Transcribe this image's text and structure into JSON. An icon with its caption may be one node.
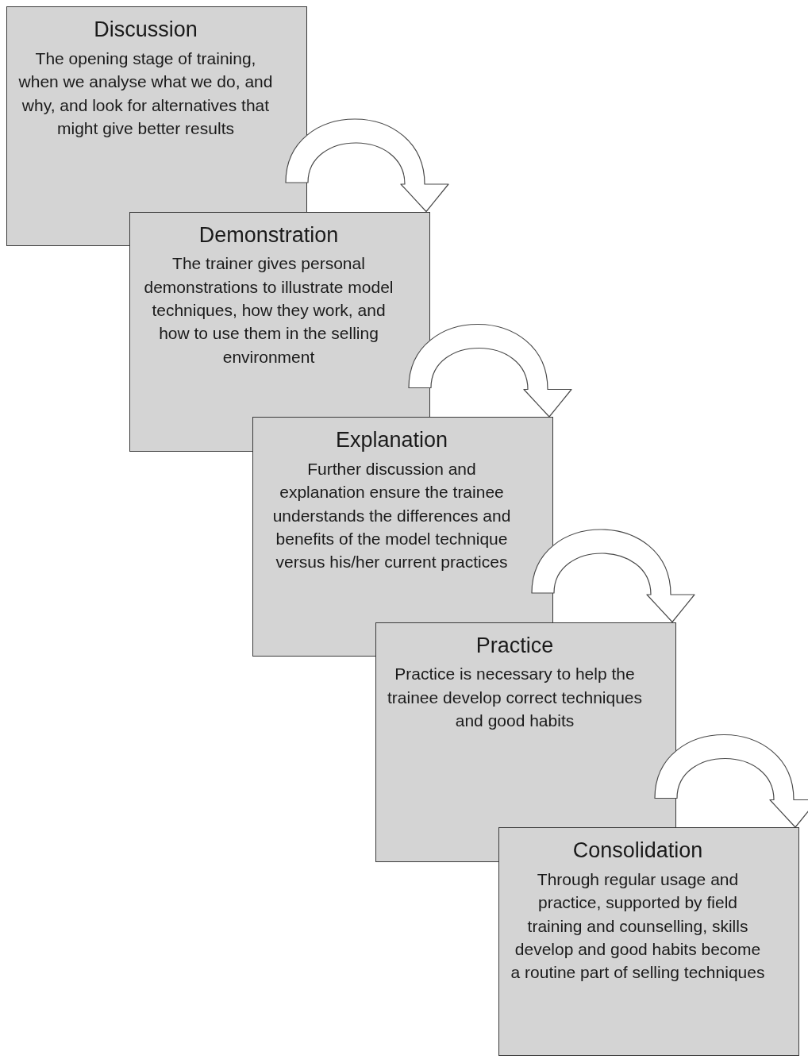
{
  "diagram": {
    "nodes": [
      {
        "text": [
          "Discussion",
          "The opening stage of training, when we analyse what we do, and why, and look for alternatives that might give better results"
        ]
      },
      {
        "text": [
          "Demonstration",
          "The trainer gives personal demonstrations to illustrate model techniques, how they work, and how to use them in the selling environment"
        ]
      },
      {
        "text": [
          "Explanation",
          "Further discussion and explanation ensure the trainee understands the differences and benefits of the model technique versus his/her current practices"
        ]
      },
      {
        "text": [
          "Practice",
          "Practice is necessary to help the trainee develop correct techniques and good habits"
        ]
      },
      {
        "text": [
          "Consolidation",
          "Through regular usage and practice, supported by field training and counselling, skills develop and good habits become a routine part of selling techniques"
        ]
      }
    ],
    "edges": [
      {
        "from": 0,
        "to": 1,
        "arrow": "to"
      },
      {
        "from": 1,
        "to": 2,
        "arrow": "to"
      },
      {
        "from": 2,
        "to": 3,
        "arrow": "to"
      },
      {
        "from": 3,
        "to": 4,
        "arrow": "to"
      }
    ]
  }
}
